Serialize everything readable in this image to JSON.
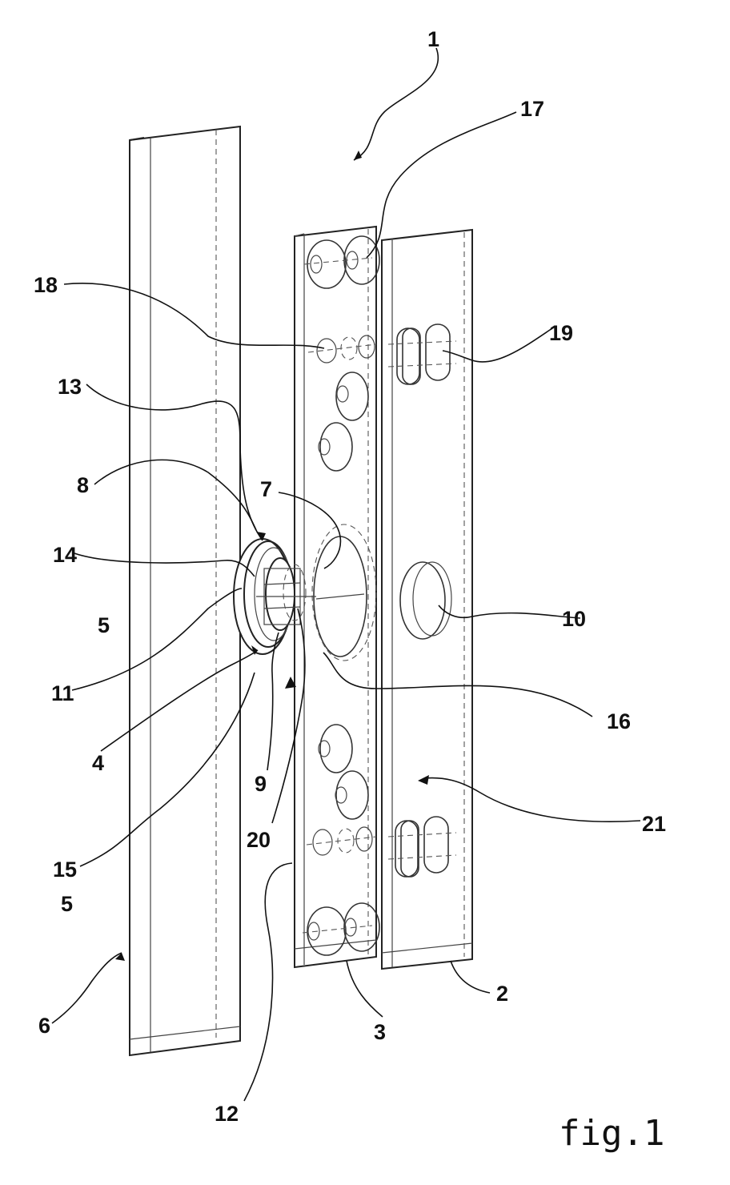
{
  "figure": {
    "caption": "fig.1",
    "labels": {
      "l1": "1",
      "l2": "2",
      "l3": "3",
      "l4": "4",
      "l5a": "5",
      "l5b": "5",
      "l6": "6",
      "l7": "7",
      "l8": "8",
      "l9": "9",
      "l10": "10",
      "l11": "11",
      "l12": "12",
      "l13": "13",
      "l14": "14",
      "l15": "15",
      "l16": "16",
      "l17": "17",
      "l18": "18",
      "l19": "19",
      "l20": "20",
      "l21": "21"
    }
  }
}
